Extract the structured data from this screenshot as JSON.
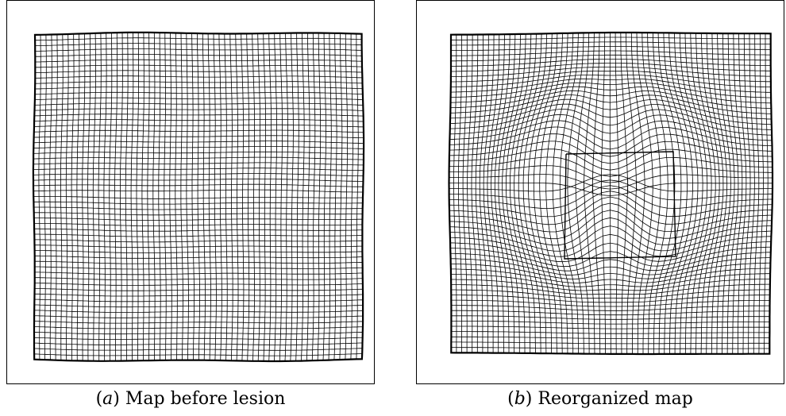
{
  "panels": [
    {
      "id": "a",
      "label": "a",
      "caption": "Map before lesion"
    },
    {
      "id": "b",
      "label": "b",
      "caption": "Reorganized map"
    }
  ],
  "colors": {
    "grid_line": "#000000",
    "background": "#ffffff"
  }
}
